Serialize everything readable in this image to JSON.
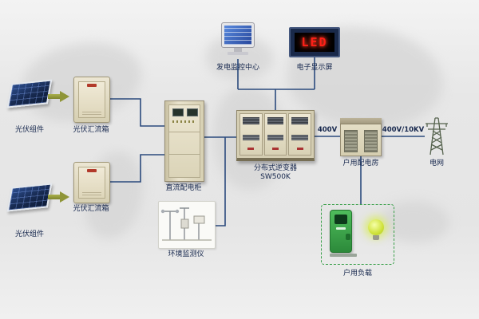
{
  "colors": {
    "line": "#2b4a7d",
    "accent_green": "#3aa04a",
    "led_red": "#ff2018"
  },
  "nodes": {
    "pv1": {
      "label": "光伏组件"
    },
    "pv2": {
      "label": "光伏组件"
    },
    "combiner1": {
      "label": "光伏汇流箱"
    },
    "combiner2": {
      "label": "光伏汇流箱"
    },
    "dc_cabinet": {
      "label": "直流配电柜"
    },
    "monitor": {
      "label": "发电监控中心"
    },
    "led": {
      "label": "电子显示屏",
      "screen_text": "LED"
    },
    "inverter": {
      "label": "分布式逆变器",
      "model": "SW500K"
    },
    "dist_room": {
      "label": "户用配电房"
    },
    "grid": {
      "label": "电网"
    },
    "env": {
      "label": "环境监测仪"
    },
    "load": {
      "label": "户用负载"
    }
  },
  "edges": {
    "inverter_to_room": "400V",
    "room_to_grid": "400V/10KV"
  }
}
